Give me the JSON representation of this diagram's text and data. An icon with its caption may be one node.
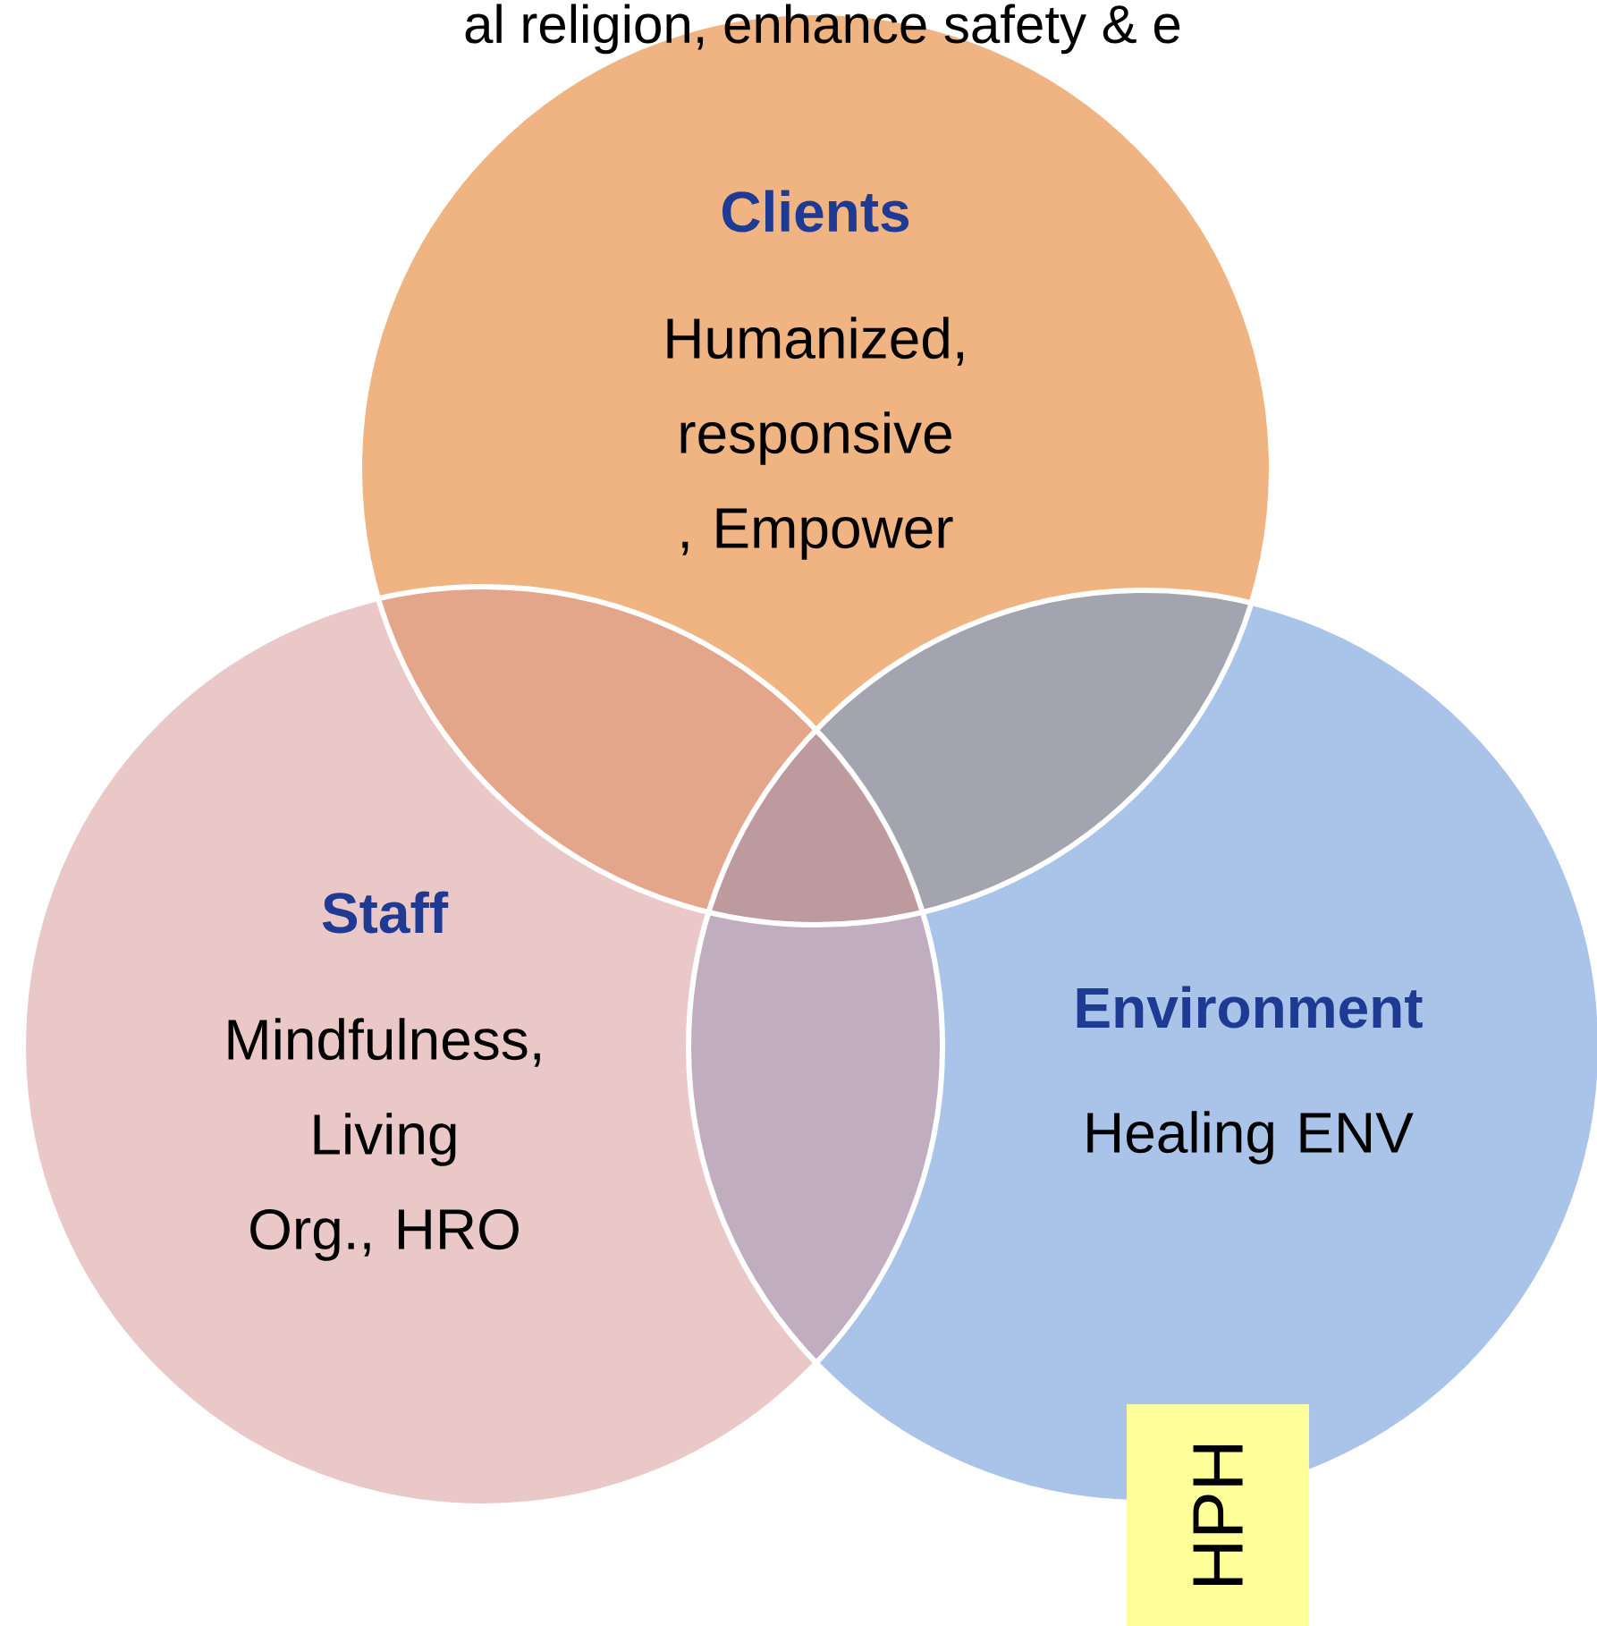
{
  "diagram": {
    "nodes": [
      {
        "text": [
          "Clients",
          "Humanized, responsive , Empower"
        ]
      },
      {
        "text": [
          "Staff",
          "Mindfulness, Living Org., HRO"
        ]
      },
      {
        "text": [
          "Environment",
          "Healing ENV"
        ]
      },
      {
        "text": [
          "HPH"
        ]
      }
    ],
    "labels": [
      "al religion, enhance safety & e"
    ]
  }
}
